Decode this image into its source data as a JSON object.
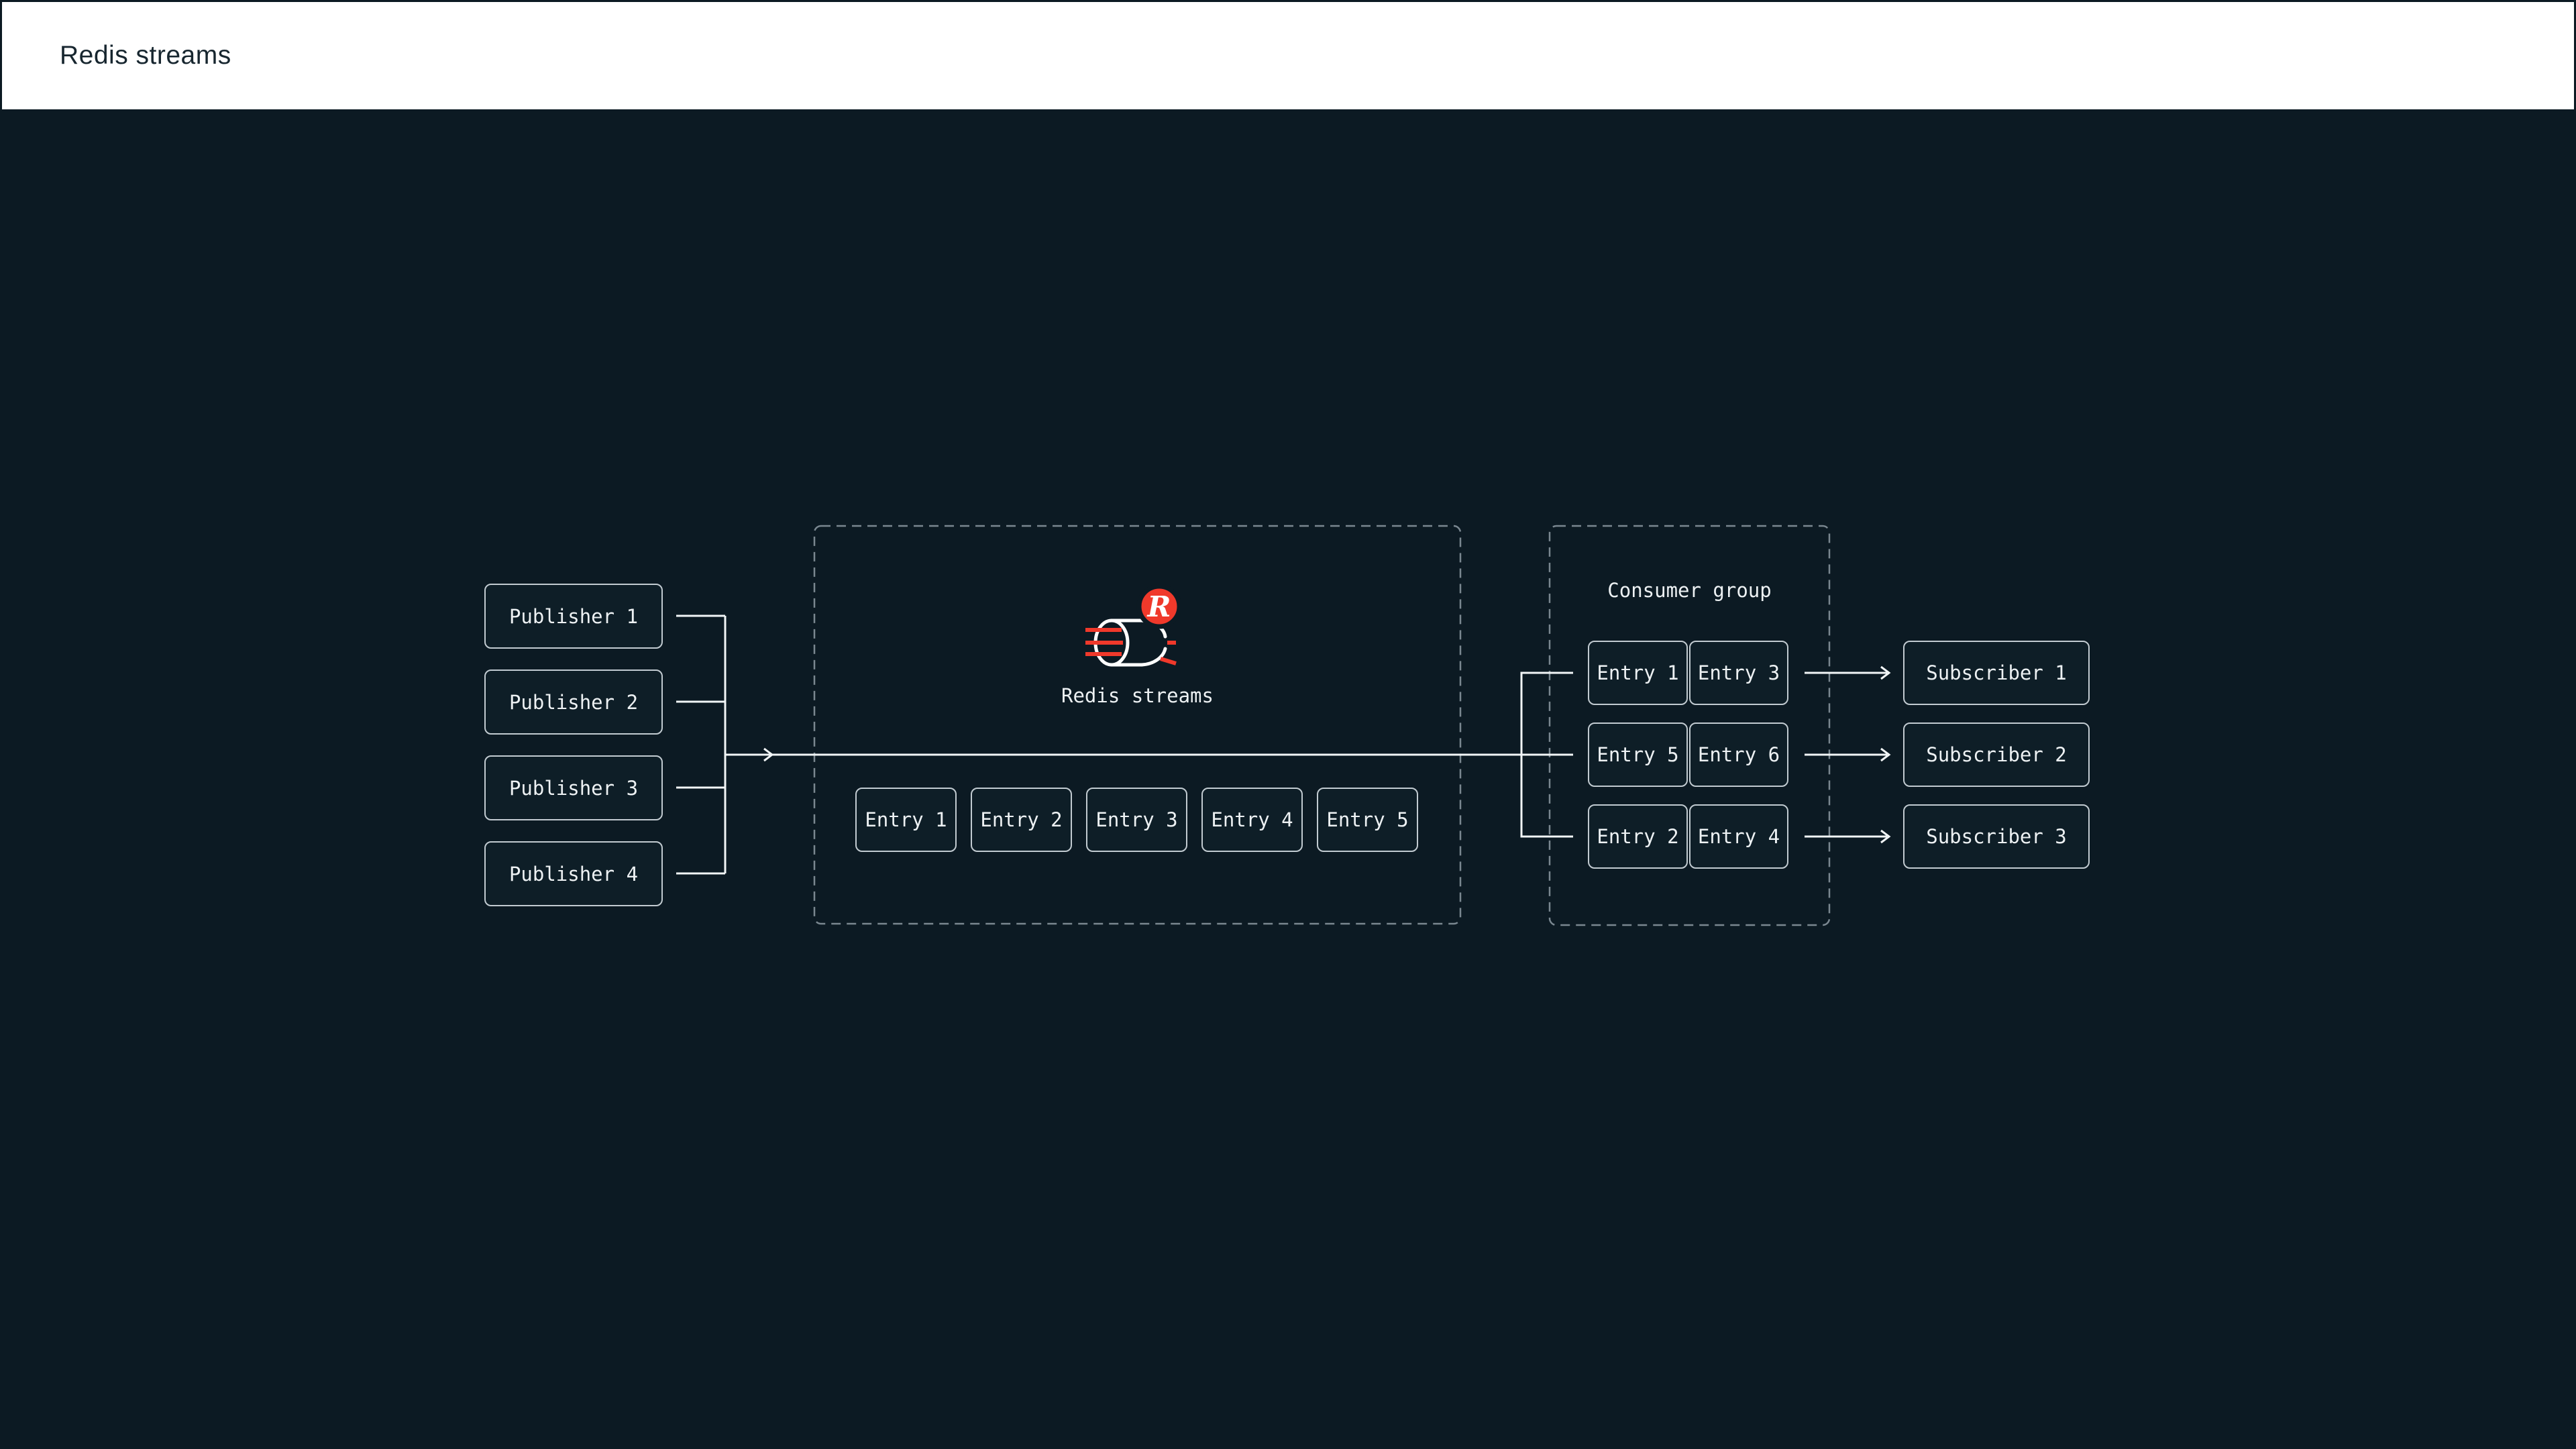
{
  "header": {
    "title": "Redis streams"
  },
  "diagram": {
    "publishers": [
      "Publisher 1",
      "Publisher 2",
      "Publisher 3",
      "Publisher 4"
    ],
    "stream": {
      "title": "Redis streams",
      "icon": "redis-streams-cylinder-icon",
      "badge_icon": "redis-logo-badge-icon",
      "badge_letter": "R",
      "entries": [
        "Entry 1",
        "Entry 2",
        "Entry 3",
        "Entry 4",
        "Entry 5"
      ]
    },
    "consumer_group": {
      "title": "Consumer group",
      "rows": [
        {
          "left": "Entry 1",
          "right": "Entry 3"
        },
        {
          "left": "Entry 5",
          "right": "Entry 6"
        },
        {
          "left": "Entry 2",
          "right": "Entry 4"
        }
      ]
    },
    "subscribers": [
      "Subscriber 1",
      "Subscriber 2",
      "Subscriber 3"
    ],
    "colors": {
      "background": "#0C1A23",
      "header_background": "#FFFFFF",
      "header_text": "#17262F",
      "node_border": "#C2CBD1",
      "node_text": "#EDF1F3",
      "dashed_border": "#7A8790",
      "connector": "#F2F6F7",
      "redis_red": "#F0392B"
    }
  }
}
